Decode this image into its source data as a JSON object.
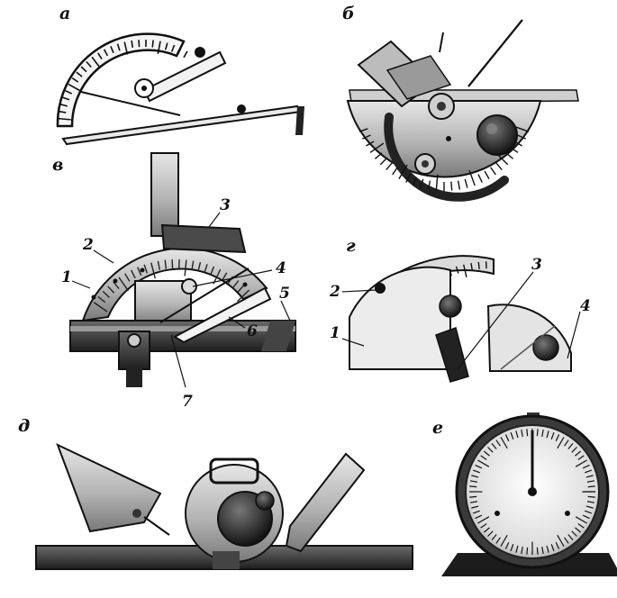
{
  "panels": {
    "a": {
      "letter": "а"
    },
    "b": {
      "letter": "б"
    },
    "v": {
      "letter": "в",
      "callouts": [
        "1",
        "2",
        "3",
        "4",
        "5",
        "6",
        "7"
      ]
    },
    "g": {
      "letter": "г",
      "callouts": [
        "1",
        "2",
        "3",
        "4"
      ]
    },
    "d": {
      "letter": "д"
    },
    "e": {
      "letter": "е"
    }
  },
  "colors": {
    "ink": "#111111",
    "metal_light": "#d8d8d8",
    "metal_mid": "#9a9a9a",
    "metal_dark": "#3a3a3a",
    "background": "#ffffff"
  }
}
